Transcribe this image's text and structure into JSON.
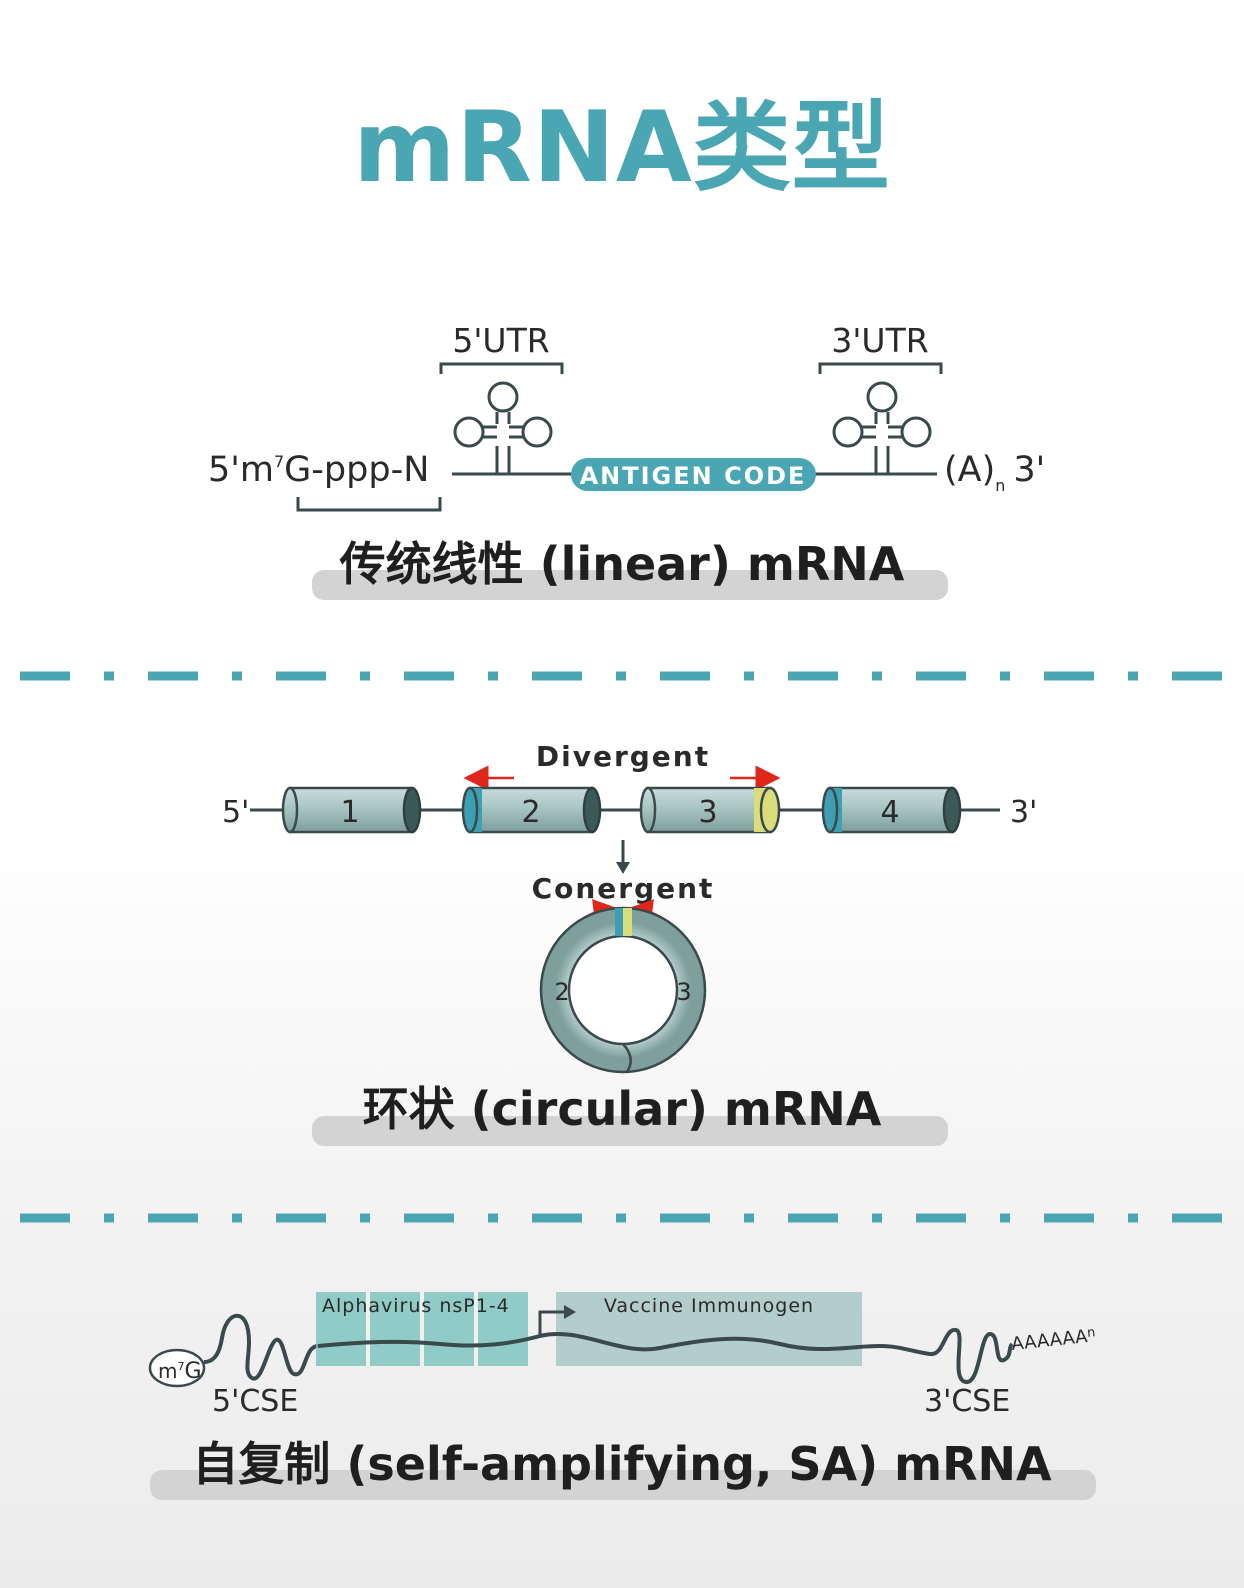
{
  "title": "mRNA类型",
  "linear": {
    "label": "传统线性 (linear) mRNA",
    "five_utr": "5'UTR",
    "three_utr": "3'UTR",
    "cap_prefix": "5'm",
    "cap_sup": "7",
    "cap_suffix": "G-ppp-N",
    "antigen": "ANTIGEN CODE",
    "polya": "(A)",
    "polya_sub": "n",
    "three_end": "3'"
  },
  "circular": {
    "label": "环状 (circular) mRNA",
    "divergent": "Divergent",
    "conergent": "Conergent",
    "five_end": "5'",
    "three_end": "3'",
    "exons": [
      "1",
      "2",
      "3",
      "4"
    ],
    "ring_left": "2",
    "ring_right": "3"
  },
  "sa": {
    "label": "自复制 (self-amplifying, SA) mRNA",
    "cap_m": "m",
    "cap_sup": "7",
    "cap_g": "G",
    "nsp": "Alphavirus nsP1-4",
    "vaccine": "Vaccine Immunogen",
    "five_cse": "5'CSE",
    "three_cse": "3'CSE",
    "polya": "AAAAAA",
    "polya_sub": "n"
  },
  "colors": {
    "accent": "#4aa6b2",
    "arrow": "#e0251b",
    "cylinder": "#a9c7c4",
    "cylinder_dark": "#3b5a55",
    "yellow": "#d9dd7a",
    "box": "#7fc4c1"
  }
}
